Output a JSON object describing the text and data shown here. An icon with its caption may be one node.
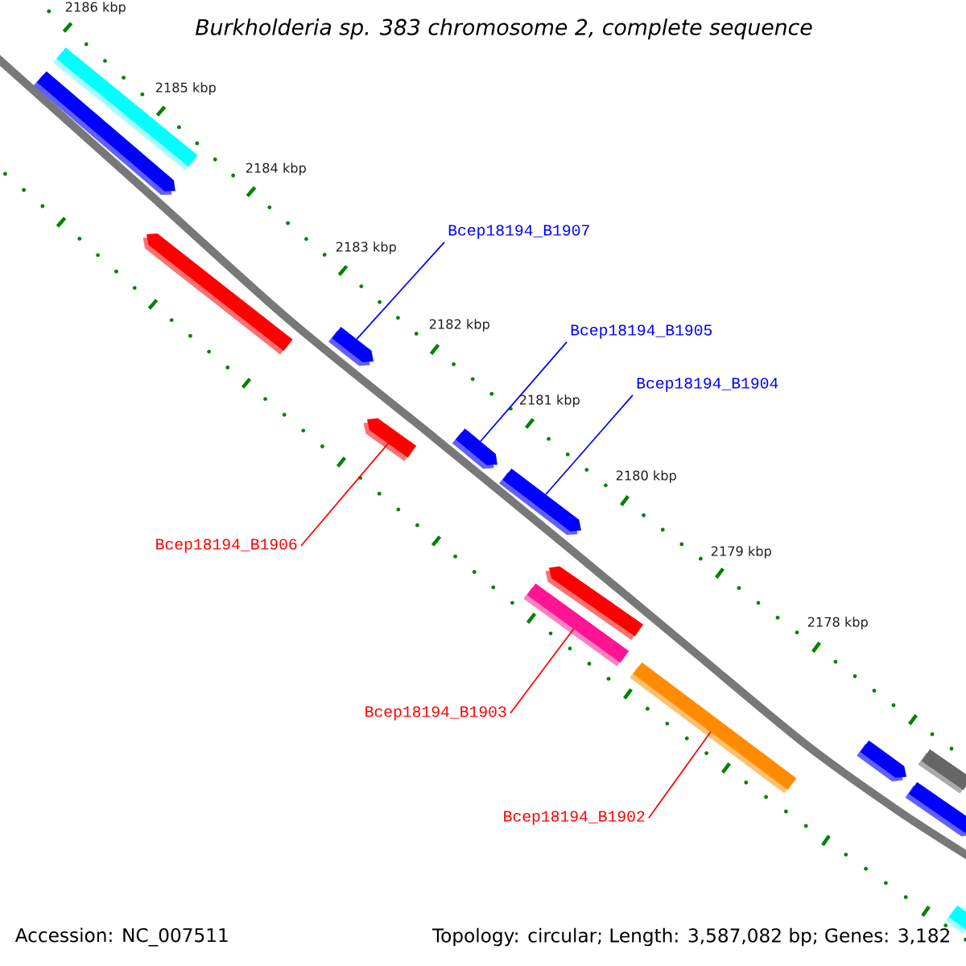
{
  "diagram": {
    "title": "Burkholderia sp. 383 chromosome 2, complete sequence",
    "nodes": [
      {
        "text": [
          "Bcep18194_B1907"
        ]
      },
      {
        "text": [
          "Bcep18194_B1905"
        ]
      },
      {
        "text": [
          "Bcep18194_B1904"
        ]
      },
      {
        "text": [
          "Bcep18194_B1906"
        ]
      },
      {
        "text": [
          "Bcep18194_B1903"
        ]
      },
      {
        "text": [
          "Bcep18194_B1902"
        ]
      },
      {
        "text": [],
        "shape": "bar"
      },
      {
        "text": [],
        "shape": "bar"
      },
      {
        "text": [],
        "shape": "bar"
      },
      {
        "text": [],
        "shape": "bar"
      },
      {
        "text": [],
        "shape": "bar"
      },
      {
        "text": [],
        "shape": "bar"
      },
      {
        "text": [],
        "shape": "bar"
      },
      {
        "text": [],
        "shape": "bar"
      },
      {
        "text": [],
        "shape": "bar"
      },
      {
        "text": [],
        "shape": "bar"
      },
      {
        "text": [],
        "shape": "bar"
      },
      {
        "text": [],
        "shape": "bar"
      },
      {
        "text": [],
        "shape": "bar"
      },
      {
        "text": [],
        "shape": "bar"
      }
    ],
    "edges": [
      {
        "from": 0,
        "to": 9,
        "arrow": "none",
        "color": "#0000ff"
      },
      {
        "from": 1,
        "to": 11,
        "arrow": "none",
        "color": "#0000ff"
      },
      {
        "from": 2,
        "to": 12,
        "arrow": "none",
        "color": "#0000ff"
      },
      {
        "from": 3,
        "to": 10,
        "arrow": "none",
        "color": "#ff0000"
      },
      {
        "from": 4,
        "to": 14,
        "arrow": "none",
        "color": "#ff0000"
      },
      {
        "from": 5,
        "to": 15,
        "arrow": "none",
        "color": "#ff0000"
      }
    ],
    "labels": [
      "2186 kbp",
      "2185 kbp",
      "2184 kbp",
      "2183 kbp",
      "2182 kbp",
      "2181 kbp",
      "2180 kbp",
      "2179 kbp",
      "2178 kbp",
      "Accession: NC_007511",
      "Topology: circular; Length: 3,587,082 bp; Genes: 3,182"
    ]
  }
}
